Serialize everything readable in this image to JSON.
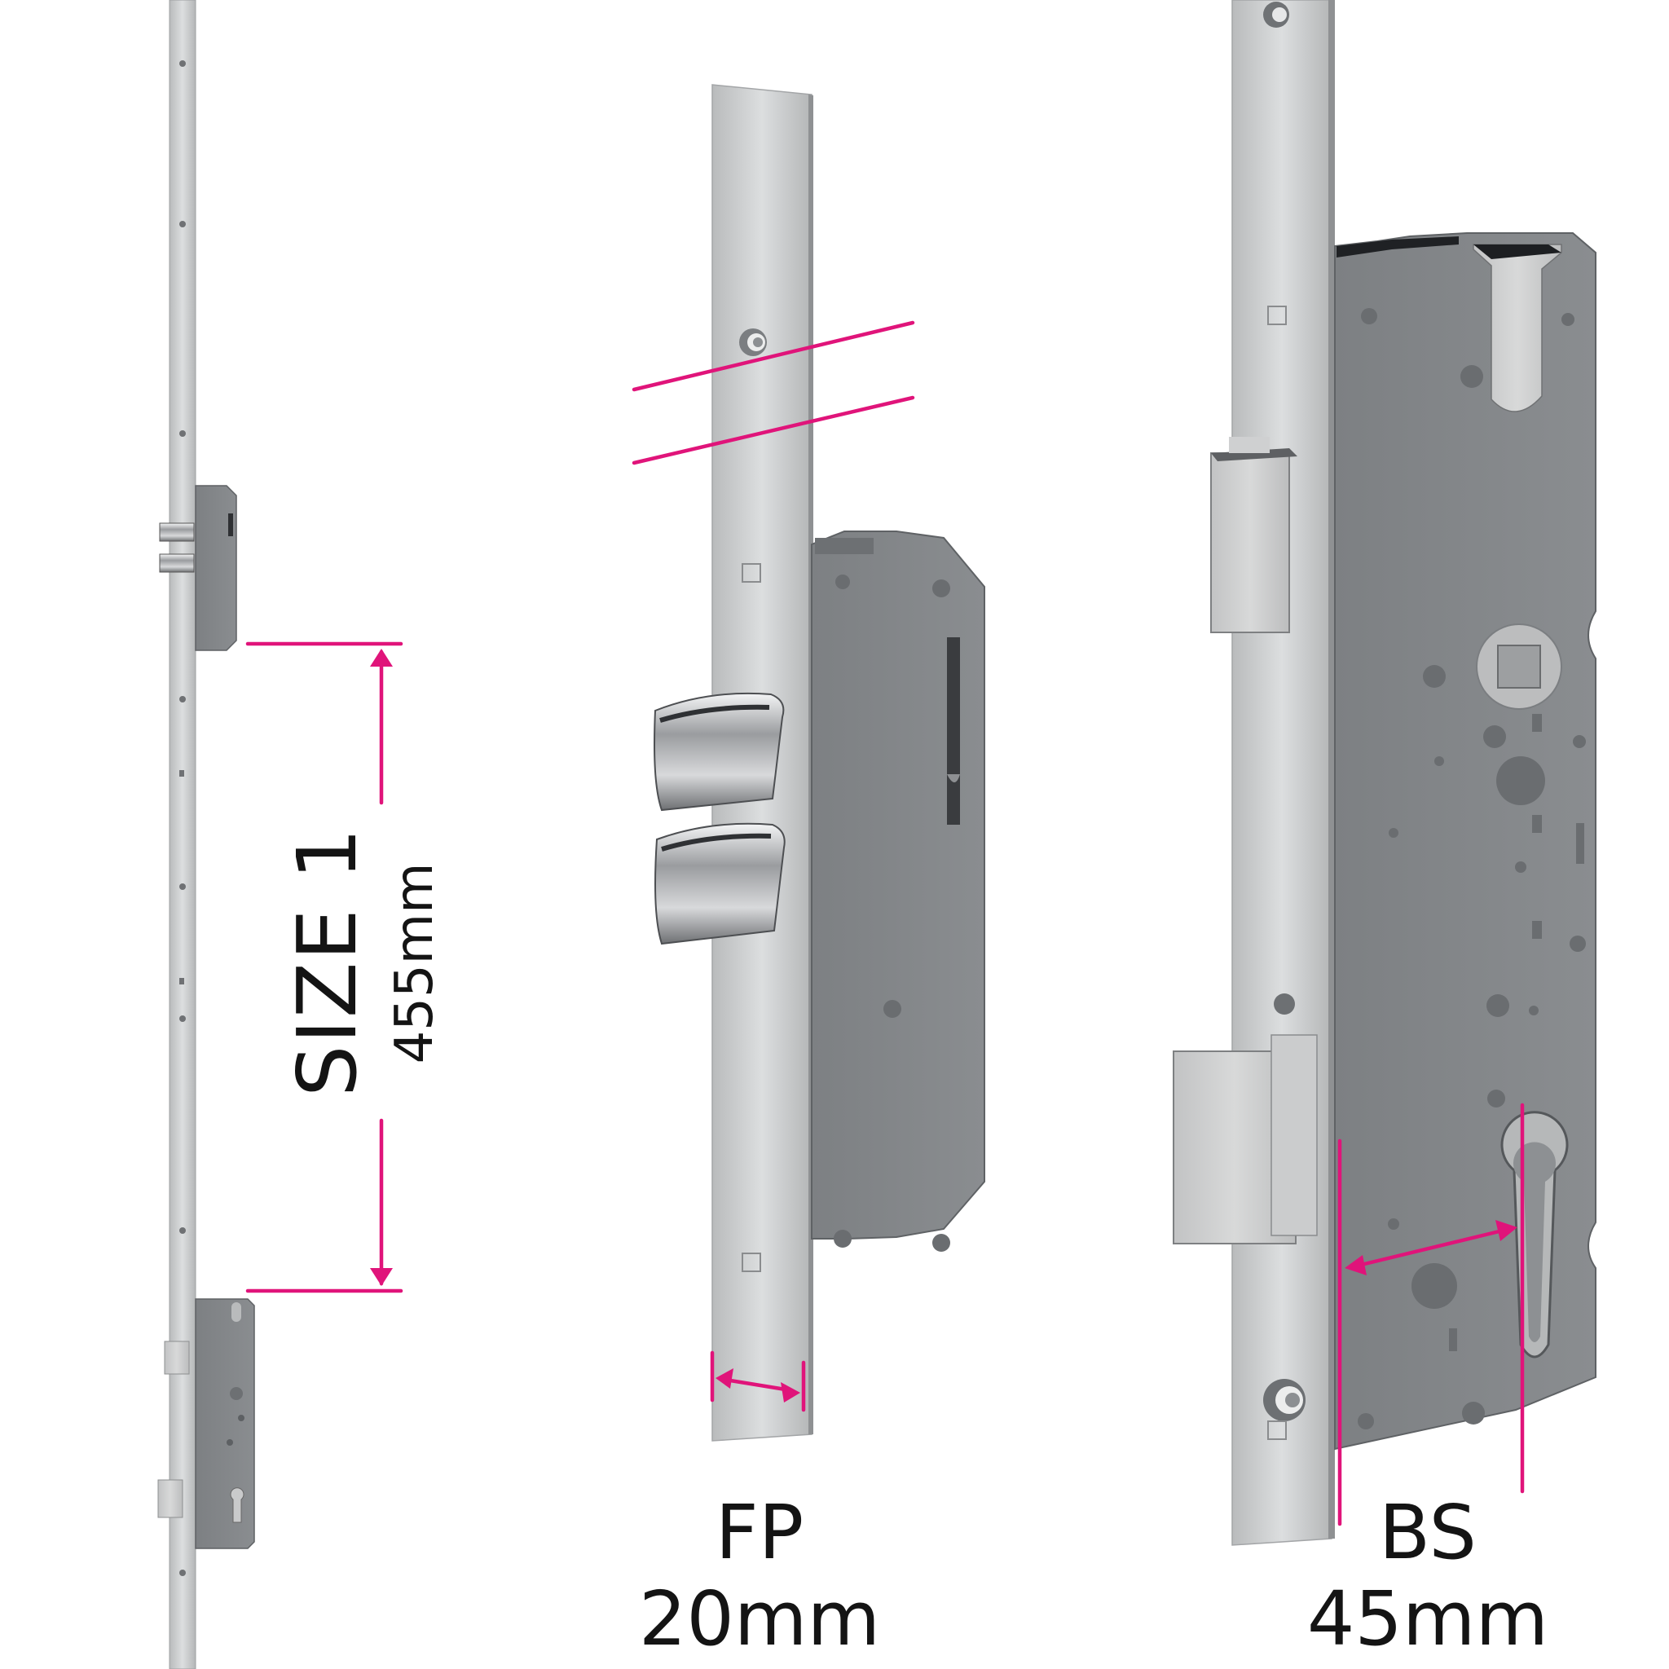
{
  "labels": {
    "size_title": "SIZE 1",
    "size_value": "455mm",
    "fp_title": "FP",
    "fp_value": "20mm",
    "bs_title": "BS",
    "bs_value": "45mm"
  },
  "colors": {
    "accent": "#e0147a",
    "steel": "#c7c9ca",
    "case": "#808386",
    "text": "#141414"
  }
}
